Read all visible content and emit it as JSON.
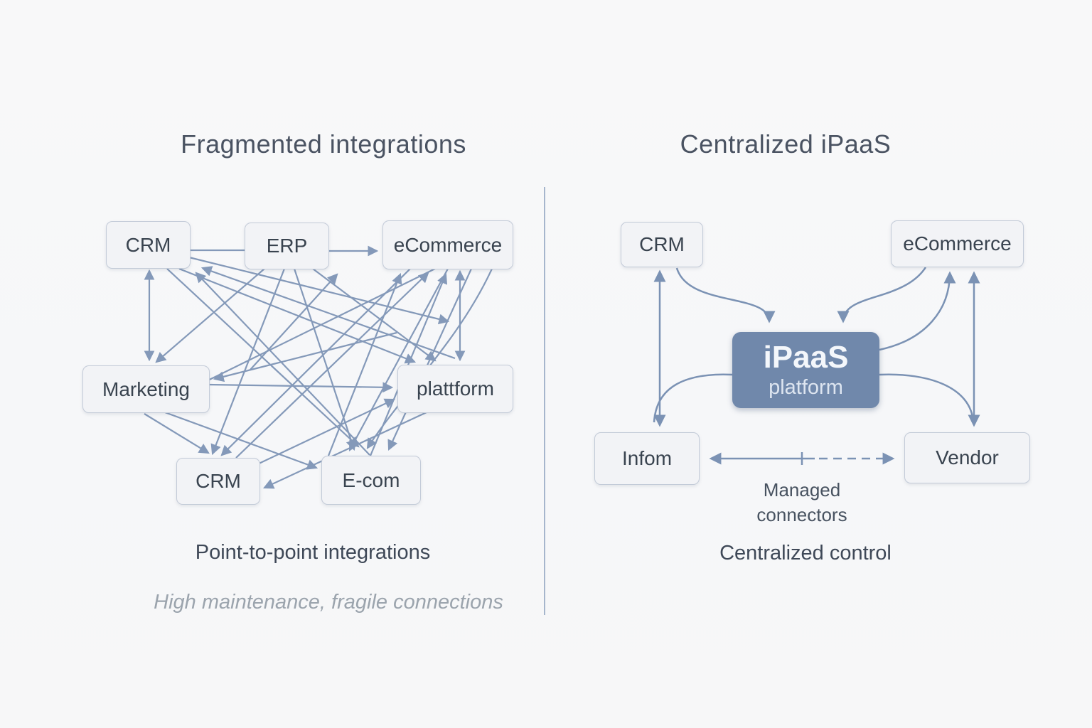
{
  "left_panel": {
    "title": "Fragmented integrations",
    "nodes": {
      "crm_top": "CRM",
      "erp": "ERP",
      "ecommerce": "eCommerce",
      "marketing": "Marketing",
      "platform": "plattform",
      "crm_bottom": "CRM",
      "ecom": "E-com"
    },
    "caption": "Point-to-point integrations",
    "subcaption": "High maintenance, fragile connections"
  },
  "right_panel": {
    "title": "Centralized iPaaS",
    "nodes": {
      "crm": "CRM",
      "ecommerce": "eCommerce",
      "ipaas_title": "iPaaS",
      "ipaas_subtitle": "platform",
      "infom": "Infom",
      "vendor": "Vendor"
    },
    "connector_label": "Managed connectors",
    "caption": "Centralized control"
  },
  "colors": {
    "line": "#7b92b4",
    "ipaas_fill": "#7088ab",
    "node_fill": "#f2f3f6",
    "node_border": "#c3cbd8",
    "divider": "#8ba0bd",
    "title_text": "#4a5362",
    "node_text": "#39434f",
    "subcaption_text": "#9ba4ad"
  }
}
